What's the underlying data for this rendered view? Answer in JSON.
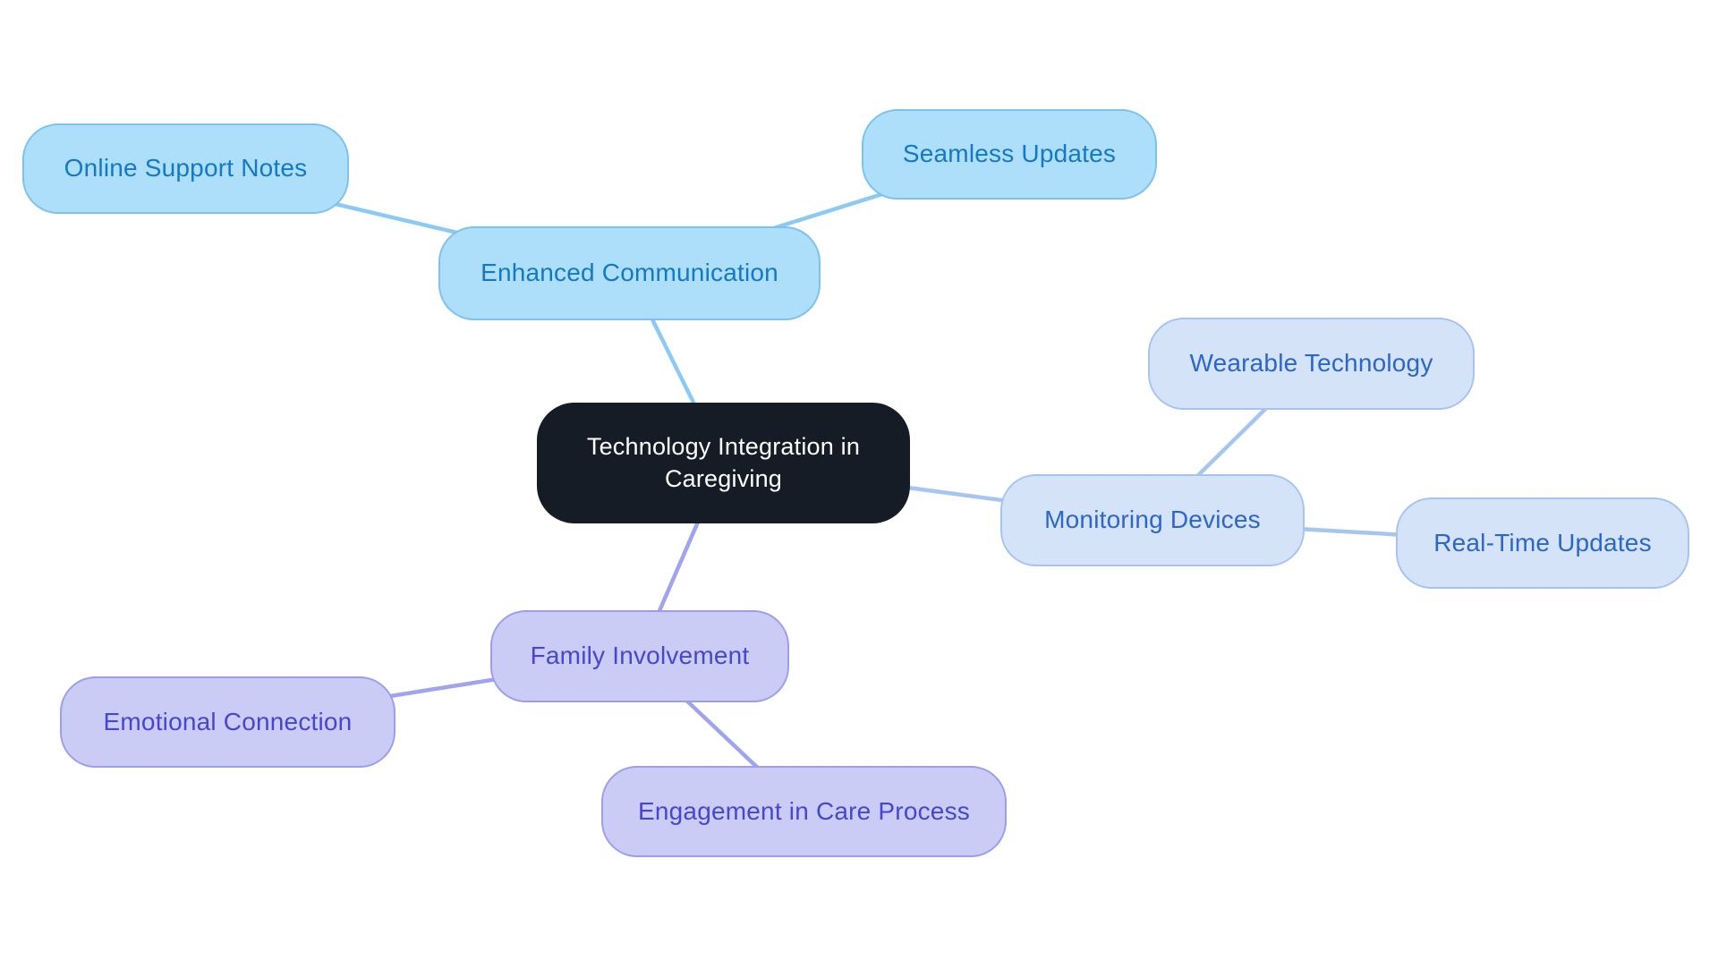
{
  "diagram": {
    "type": "mindmap",
    "background": "#ffffff",
    "central_topic": "Technology Integration in Caregiving"
  },
  "palette": {
    "central": {
      "fill": "#161c26",
      "border": "#161c26",
      "text": "#ffffff",
      "edge": "#8ccaf4"
    },
    "primary_blue": {
      "fill": "#addffa",
      "border": "#7cc2ee",
      "text": "#1478c8",
      "edge": "#8ccaf4"
    },
    "periwinkle": {
      "fill": "#d5e3f9",
      "border": "#a6c4ef",
      "text": "#2b66c9",
      "edge": "#a6c6f0"
    },
    "lavender": {
      "fill": "#cbccf5",
      "border": "#9c9eeb",
      "text": "#4646cf",
      "edge": "#a0a3ed"
    }
  },
  "nodes": {
    "central": {
      "label": "Technology Integration in Caregiving",
      "group": "central"
    },
    "enhanced_communication": {
      "label": "Enhanced Communication",
      "group": "primary_blue"
    },
    "online_support_notes": {
      "label": "Online Support Notes",
      "group": "primary_blue"
    },
    "seamless_updates": {
      "label": "Seamless Updates",
      "group": "primary_blue"
    },
    "monitoring_devices": {
      "label": "Monitoring Devices",
      "group": "periwinkle"
    },
    "wearable_technology": {
      "label": "Wearable Technology",
      "group": "periwinkle"
    },
    "real_time_updates": {
      "label": "Real-Time Updates",
      "group": "periwinkle"
    },
    "family_involvement": {
      "label": "Family Involvement",
      "group": "lavender"
    },
    "emotional_connection": {
      "label": "Emotional Connection",
      "group": "lavender"
    },
    "engagement_in_care_process": {
      "label": "Engagement in Care Process",
      "group": "lavender"
    }
  },
  "edges": [
    {
      "from": "enhanced_communication",
      "to": "online_support_notes"
    },
    {
      "from": "enhanced_communication",
      "to": "seamless_updates"
    },
    {
      "from": "central",
      "to": "enhanced_communication"
    },
    {
      "from": "central",
      "to": "monitoring_devices"
    },
    {
      "from": "monitoring_devices",
      "to": "wearable_technology"
    },
    {
      "from": "monitoring_devices",
      "to": "real_time_updates"
    },
    {
      "from": "central",
      "to": "family_involvement"
    },
    {
      "from": "family_involvement",
      "to": "emotional_connection"
    },
    {
      "from": "family_involvement",
      "to": "engagement_in_care_process"
    }
  ]
}
